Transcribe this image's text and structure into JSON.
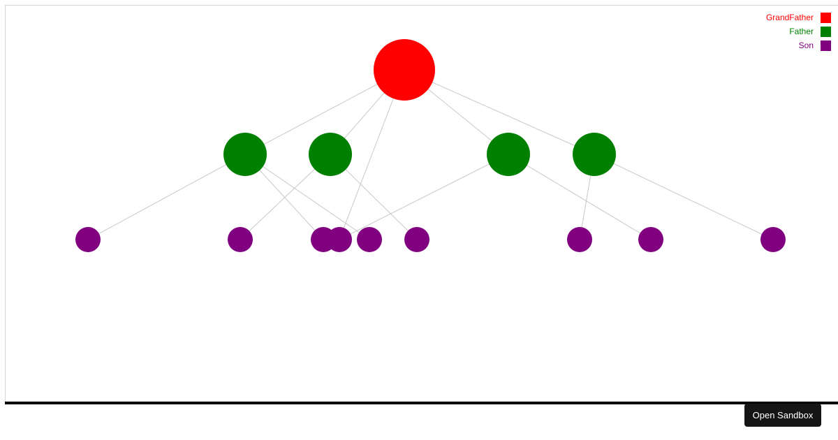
{
  "legend": [
    {
      "label": "GrandFather",
      "color": "#ff0000"
    },
    {
      "label": "Father",
      "color": "#008000"
    },
    {
      "label": "Son",
      "color": "#800080"
    }
  ],
  "graph": {
    "nodes": [
      {
        "id": "g1",
        "category": "GrandFather"
      },
      {
        "id": "f1",
        "category": "Father"
      },
      {
        "id": "f2",
        "category": "Father"
      },
      {
        "id": "f3",
        "category": "Father"
      },
      {
        "id": "f4",
        "category": "Father"
      },
      {
        "id": "s1",
        "category": "Son"
      },
      {
        "id": "s2",
        "category": "Son"
      },
      {
        "id": "s3",
        "category": "Son"
      },
      {
        "id": "s4",
        "category": "Son"
      },
      {
        "id": "s5",
        "category": "Son"
      },
      {
        "id": "s6",
        "category": "Son"
      },
      {
        "id": "s7",
        "category": "Son"
      },
      {
        "id": "s8",
        "category": "Son"
      },
      {
        "id": "s9",
        "category": "Son"
      }
    ],
    "edges": [
      [
        "g1",
        "f1"
      ],
      [
        "g1",
        "f2"
      ],
      [
        "g1",
        "f3"
      ],
      [
        "g1",
        "f4"
      ],
      [
        "g1",
        "s4"
      ],
      [
        "f1",
        "s1"
      ],
      [
        "f1",
        "s3"
      ],
      [
        "f1",
        "s5"
      ],
      [
        "f2",
        "s2"
      ],
      [
        "f2",
        "s6"
      ],
      [
        "f3",
        "s4"
      ],
      [
        "f3",
        "s8"
      ],
      [
        "f4",
        "s7"
      ],
      [
        "f4",
        "s9"
      ]
    ],
    "edge_color": "#c8c8c8"
  },
  "sandbox_button": {
    "label": "Open Sandbox"
  }
}
